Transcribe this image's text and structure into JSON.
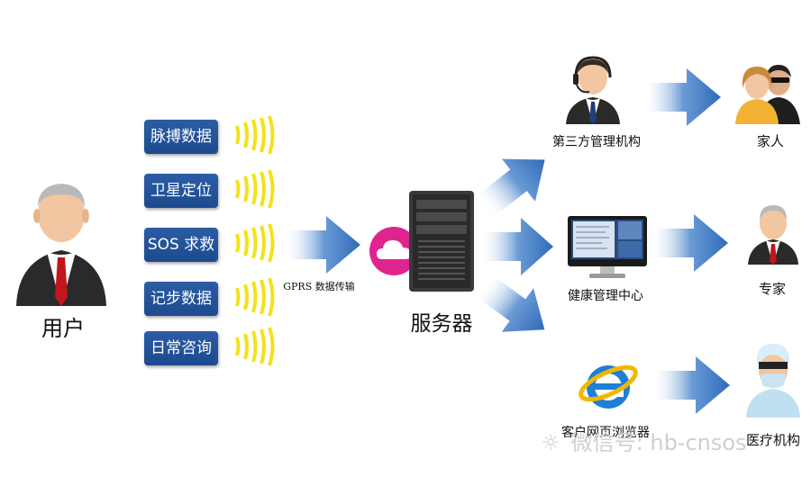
{
  "user": {
    "label": "用户"
  },
  "data_items": [
    "脉搏数据",
    "卫星定位",
    "SOS 求救",
    "记步数据",
    "日常咨询"
  ],
  "transfer": {
    "label": "GPRS 数据传输"
  },
  "server": {
    "label": "服务器"
  },
  "nodes": {
    "third_party": "第三方管理机构",
    "health_center": "健康管理中心",
    "browser": "客户网页浏览器"
  },
  "targets": {
    "family": "家人",
    "expert": "专家",
    "medical": "医疗机构"
  },
  "watermark": "微信号: hb-cnsos",
  "colors": {
    "box": "#2b5da4",
    "arrow": "#2f6bb8",
    "wave": "#f2e31a",
    "cloud": "#e0248f"
  }
}
